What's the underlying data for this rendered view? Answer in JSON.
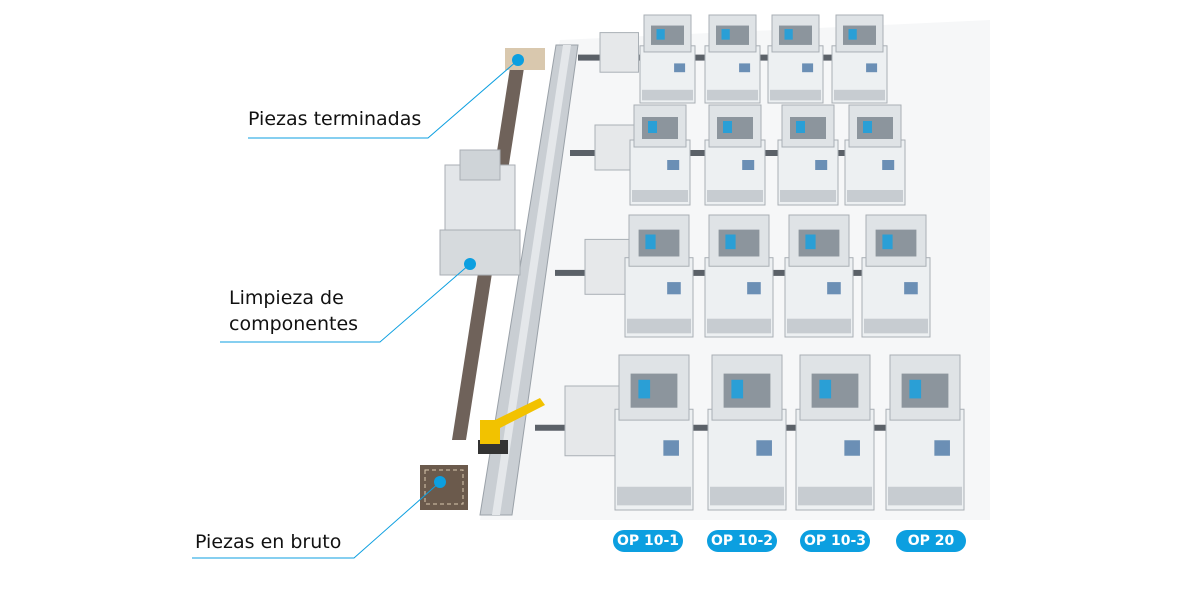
{
  "callouts": {
    "finished": "Piezas terminadas",
    "cleaning_line1": "Limpieza de",
    "cleaning_line2": "componentes",
    "raw": "Piezas en bruto"
  },
  "stations": [
    "OP 10-1",
    "OP 10-2",
    "OP 10-3",
    "OP 20"
  ],
  "colors": {
    "accent": "#0c9fe0",
    "machine": "#e9ecef",
    "robot": "#f2c200"
  }
}
